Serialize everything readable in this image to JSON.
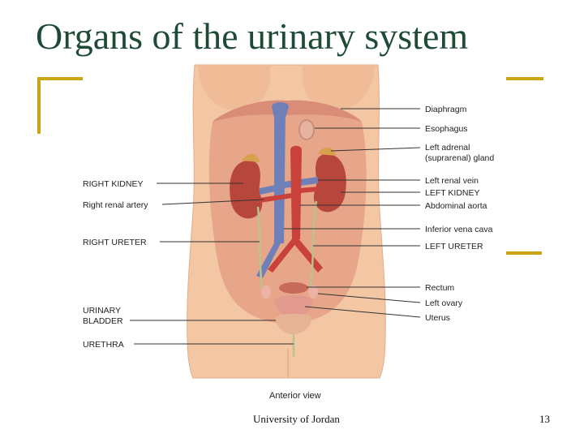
{
  "title": "Organs of the urinary system",
  "labels_left": {
    "right_kidney": "RIGHT KIDNEY",
    "right_renal_artery": "Right renal artery",
    "right_ureter": "RIGHT URETER",
    "urinary": "URINARY",
    "bladder": "BLADDER",
    "urethra": "URETHRA"
  },
  "labels_right": {
    "diaphragm": "Diaphragm",
    "esophagus": "Esophagus",
    "left_adrenal": "Left adrenal",
    "suprarenal_gland": "(suprarenal) gland",
    "left_renal_vein": "Left renal vein",
    "left_kidney": "LEFT KIDNEY",
    "abdominal_aorta": "Abdominal aorta",
    "inferior_vena_cava": "Inferior vena cava",
    "left_ureter": "LEFT URETER",
    "rectum": "Rectum",
    "left_ovary": "Left ovary",
    "uterus": "Uterus"
  },
  "caption": "Anterior view",
  "footer": {
    "institution": "University of Jordan",
    "page_number": "13"
  },
  "colors": {
    "accent": "#c9a514",
    "title": "#1f4a36",
    "skin": "#f3c6a4",
    "kidney": "#b7463c",
    "vein": "#6f7fb8",
    "artery": "#c8413a",
    "ureter": "#b9c48a"
  }
}
